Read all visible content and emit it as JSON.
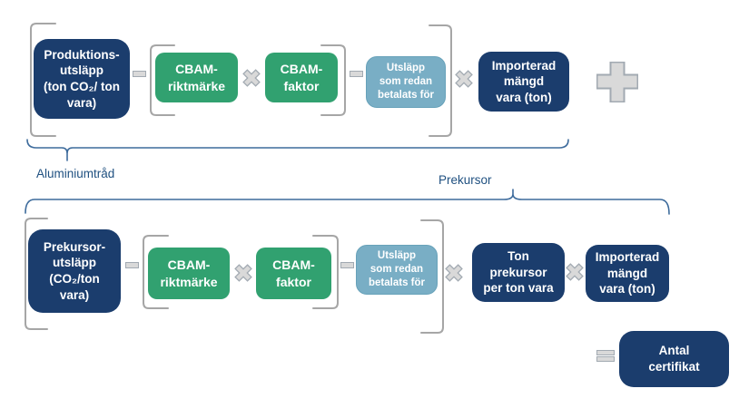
{
  "colors": {
    "navy": "#1b3d6d",
    "green": "#31a170",
    "lightblue": "#79aec5",
    "operator-fill": "#d9d9d9",
    "operator-border": "#a2aab2",
    "bracket": "#a6a6a6",
    "brace": "#3d6b9c",
    "label": "#1f5080"
  },
  "row1": {
    "production_emissions": "Produktions-\nutsläpp\n(ton CO₂/ ton\nvara)",
    "cbam_benchmark": "CBAM-\nriktmärke",
    "cbam_factor": "CBAM-\nfaktor",
    "emissions_already_paid": "Utsläpp\nsom redan\nbetalats för",
    "imported_quantity": "Importerad\nmängd\nvara (ton)"
  },
  "labels": {
    "aluminium_wire": "Aluminiumtråd",
    "precursor": "Prekursor"
  },
  "row2": {
    "precursor_emissions": "Prekursor-\nutsläpp\n(CO₂/ton\nvara)",
    "cbam_benchmark": "CBAM-\nriktmärke",
    "cbam_factor": "CBAM-\nfaktor",
    "emissions_already_paid": "Utsläpp\nsom redan\nbetalats för",
    "tons_precursor_per_ton": "Ton\nprekursor\nper ton vara",
    "imported_quantity": "Importerad\nmängd\nvara (ton)"
  },
  "result": {
    "certificates": "Antal\ncertifikat"
  }
}
